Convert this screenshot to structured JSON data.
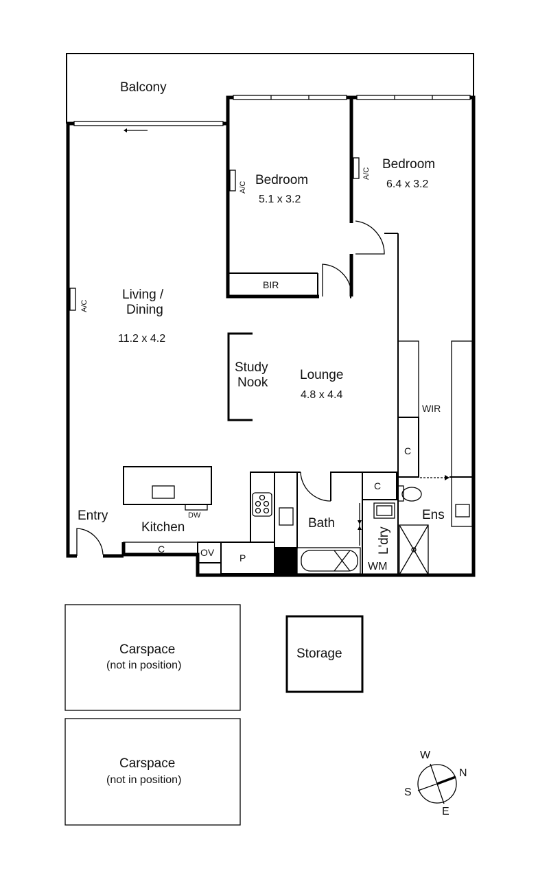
{
  "rooms": {
    "balcony": "Balcony",
    "bedroom1": {
      "name": "Bedroom",
      "size": "5.1 x 3.2"
    },
    "bedroom2": {
      "name": "Bedroom",
      "size": "6.4 x 3.2"
    },
    "living": {
      "name1": "Living /",
      "name2": "Dining",
      "size": "11.2 x 4.2"
    },
    "study": {
      "name1": "Study",
      "name2": "Nook"
    },
    "lounge": {
      "name": "Lounge",
      "size": "4.8 x 4.4"
    },
    "bir": "BIR",
    "wir": "WIR",
    "entry": "Entry",
    "kitchen": "Kitchen",
    "bath": "Bath",
    "laundry": "L'dry",
    "ensuite": "Ens"
  },
  "fixtures": {
    "ac": "A/C",
    "dw": "DW",
    "cupboard": "C",
    "oven": "OV",
    "pantry": "P",
    "washing_machine": "WM"
  },
  "outbuildings": {
    "carspace1": {
      "name": "Carspace",
      "note": "(not in position)"
    },
    "carspace2": {
      "name": "Carspace",
      "note": "(not in position)"
    },
    "storage": "Storage"
  },
  "compass": {
    "n": "N",
    "s": "S",
    "e": "E",
    "w": "W"
  }
}
